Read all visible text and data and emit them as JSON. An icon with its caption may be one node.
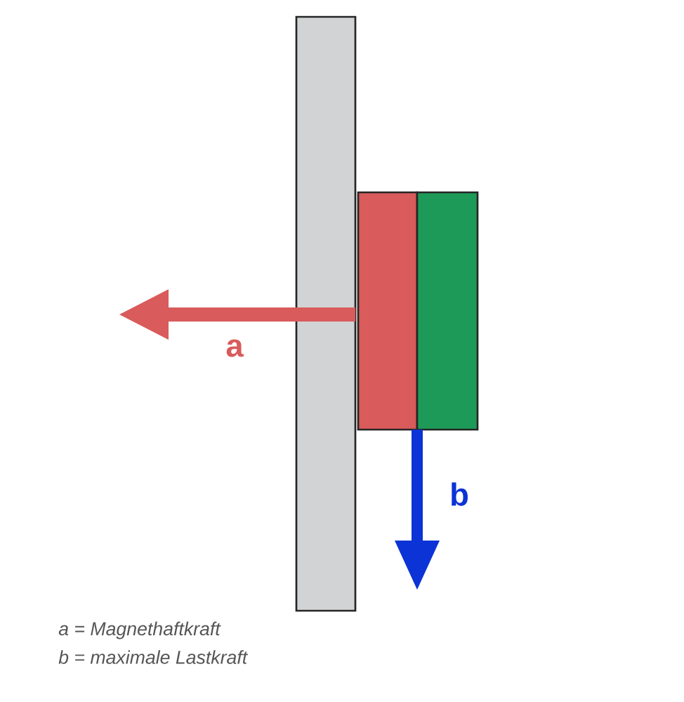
{
  "diagram": {
    "nodes": [
      {
        "text": [],
        "shape": "bar"
      },
      {
        "text": [],
        "shape": "box"
      },
      {
        "text": [],
        "shape": "box"
      }
    ],
    "labels": [
      "a",
      "b",
      "a = Magnethaftkraft",
      "b = maximale Lastkraft"
    ]
  }
}
